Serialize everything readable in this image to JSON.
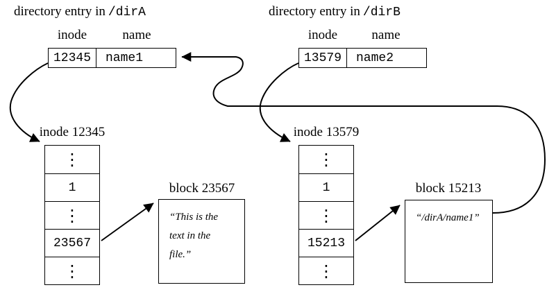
{
  "page": {
    "background": "#ffffff",
    "ink": "#000000"
  },
  "dir_a": {
    "title_text": "directory entry in",
    "title_path": "/dirA",
    "headers": {
      "inode": "inode",
      "name": "name"
    },
    "entry": {
      "inode": "12345",
      "name": "name1"
    }
  },
  "dir_b": {
    "title_text": "directory entry in",
    "title_path": "/dirB",
    "headers": {
      "inode": "inode",
      "name": "name"
    },
    "entry": {
      "inode": "13579",
      "name": "name2"
    }
  },
  "inode_a": {
    "label": "inode 12345",
    "rows": [
      "⋮",
      "1",
      "⋮",
      "23567",
      "⋮"
    ]
  },
  "inode_b": {
    "label": "inode 13579",
    "rows": [
      "⋮",
      "1",
      "⋮",
      "15213",
      "⋮"
    ]
  },
  "block_a": {
    "label": "block 23567",
    "lines": [
      "“This is the",
      "text in the",
      "file.”"
    ]
  },
  "block_b": {
    "label": "block 15213",
    "lines": [
      "“/dirA/name1”"
    ]
  },
  "connections": [
    {
      "from": "dirA entry inode 12345",
      "to": "inode 12345 table"
    },
    {
      "from": "dirB entry inode 13579",
      "to": "inode 13579 table"
    },
    {
      "from": "inode 12345 pointer 23567",
      "to": "block 23567"
    },
    {
      "from": "inode 13579 pointer 15213",
      "to": "block 15213"
    },
    {
      "from": "block 15213 symlink content",
      "to": "dirA entry name1"
    }
  ]
}
